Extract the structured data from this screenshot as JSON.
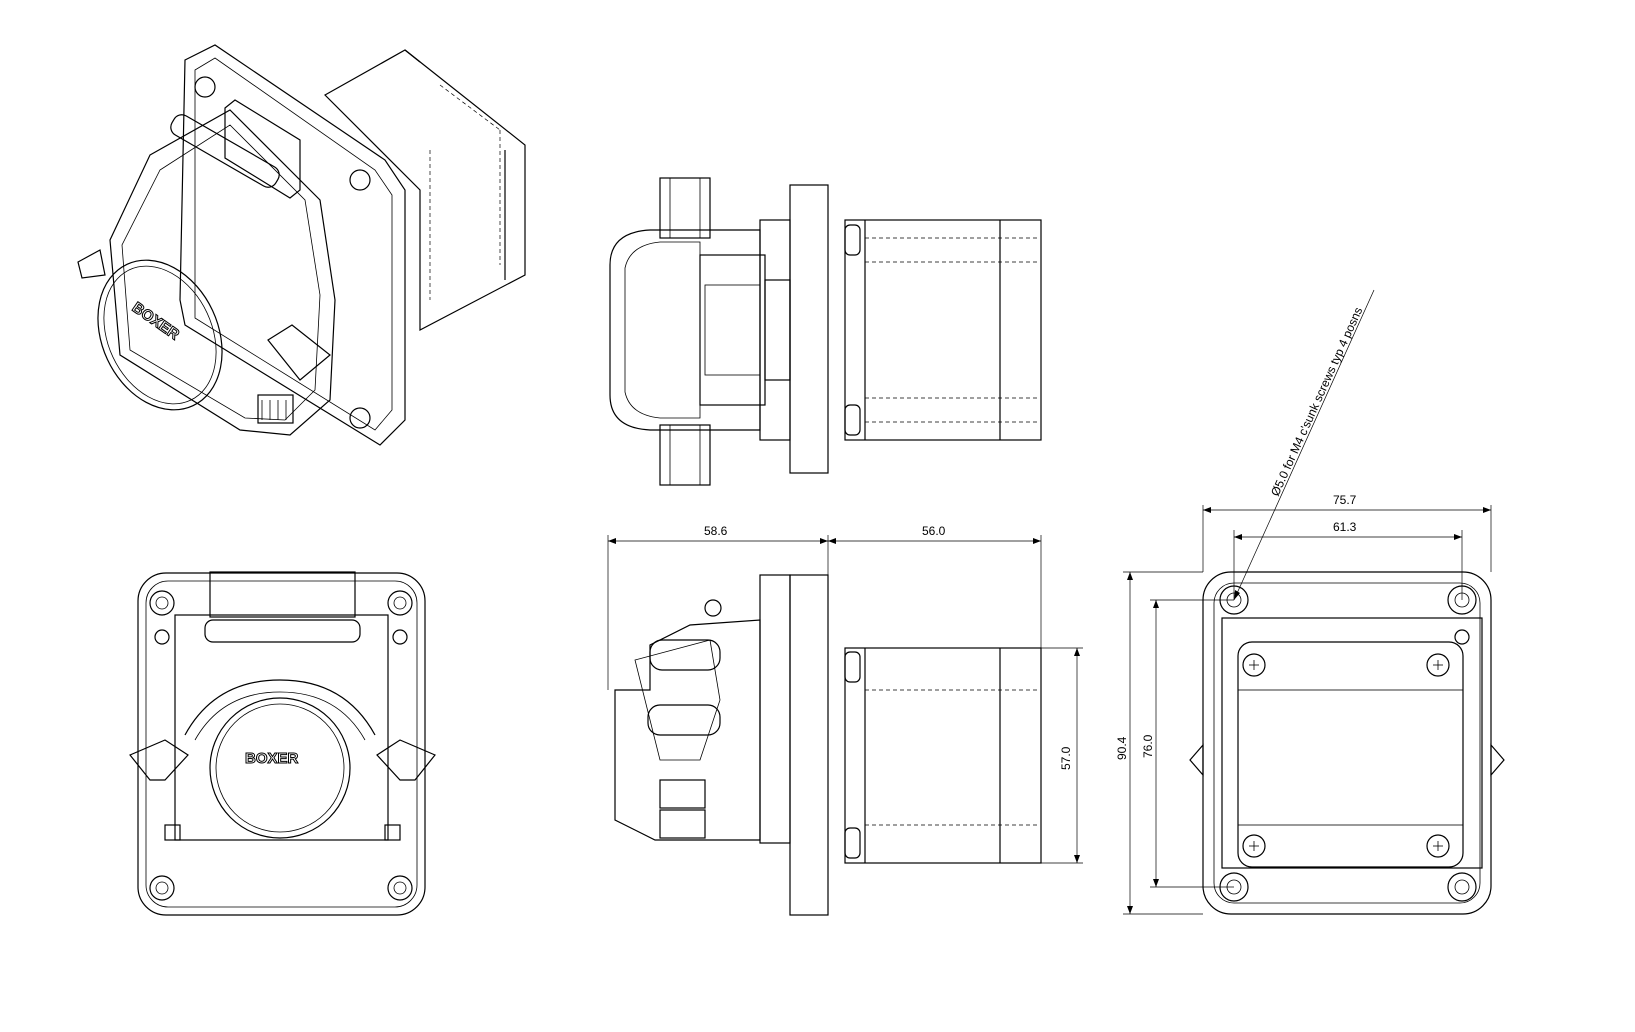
{
  "brand_label": "BOXER",
  "dimensions": {
    "side_length_pump": "58.6",
    "side_length_motor": "56.0",
    "motor_height": "57.0",
    "flange_width": "75.7",
    "hole_spacing_horizontal": "61.3",
    "flange_height": "90.4",
    "hole_spacing_vertical": "76.0"
  },
  "annotation": "Ø5.0 for M4 c'sunk screws typ 4 posns"
}
